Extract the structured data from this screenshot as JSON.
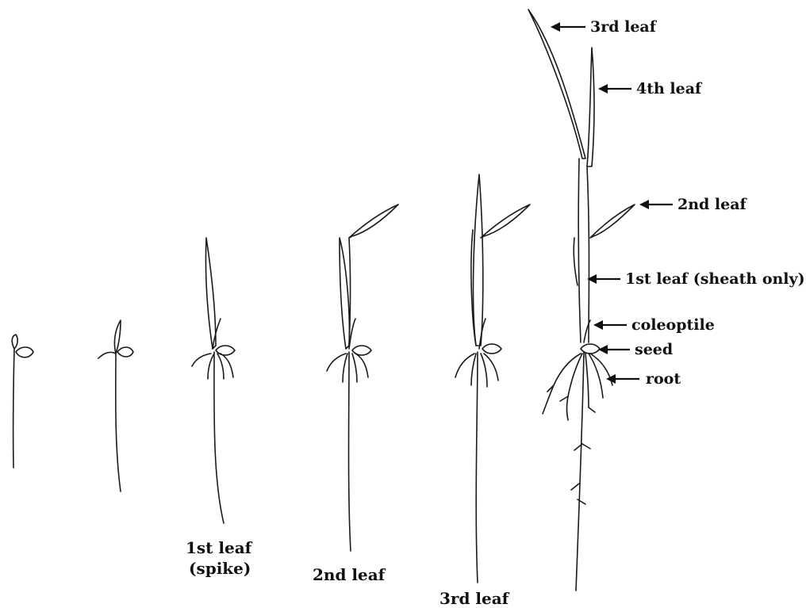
{
  "stage_labels": {
    "first_leaf_line1": "1st leaf",
    "first_leaf_line2": "(spike)",
    "second_leaf": "2nd leaf",
    "third_leaf": "3rd leaf"
  },
  "part_labels": {
    "third_leaf": "3rd leaf",
    "fourth_leaf": "4th leaf",
    "second_leaf": "2nd leaf",
    "first_leaf_sheath": "1st leaf (sheath only)",
    "coleoptile": "coleoptile",
    "seed": "seed",
    "root": "root"
  }
}
